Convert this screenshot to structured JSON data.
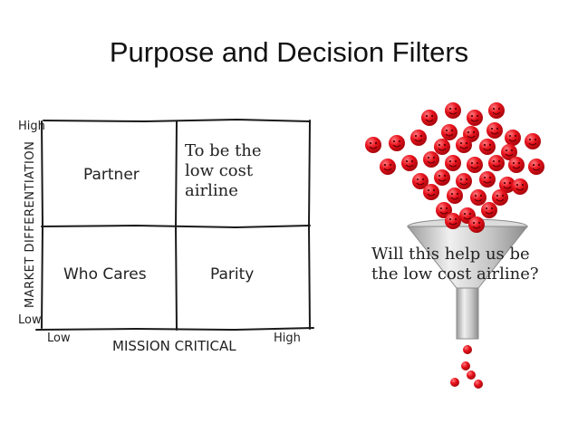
{
  "slide": {
    "title": "Purpose and Decision Filters"
  },
  "matrix": {
    "y_axis_label": "MARKET DIFFERENTIATION",
    "y_high": "High",
    "y_low": "Low",
    "x_axis_label": "MISSION CRITICAL",
    "x_low": "Low",
    "x_high": "High",
    "quadrants": {
      "top_left": "Partner",
      "top_right_lines": [
        "To be the",
        "low cost",
        "airline"
      ],
      "bottom_left": "Who Cares",
      "bottom_right": "Parity"
    }
  },
  "funnel": {
    "question_lines": [
      "Will this help us be",
      "the low cost airline?"
    ],
    "ball_color": "#e8121c",
    "funnel_color": "#cfcfcf",
    "ball_icon": "smiley-face-icon"
  }
}
